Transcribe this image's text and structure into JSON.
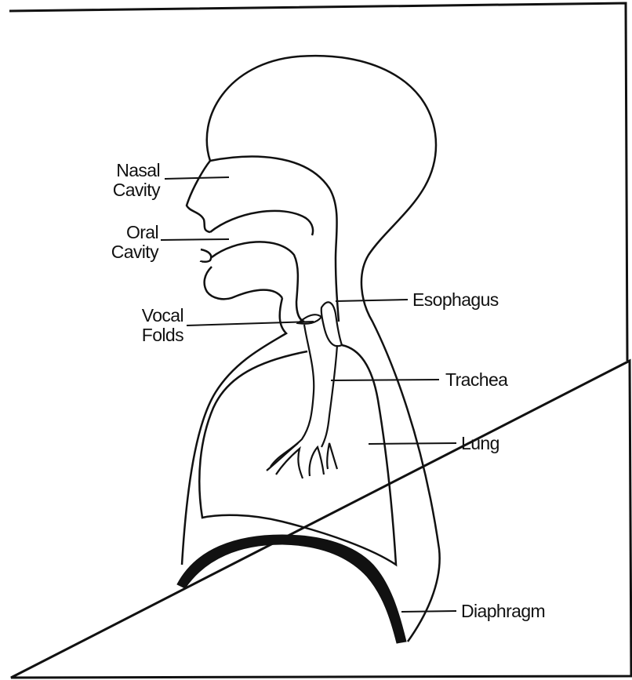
{
  "diagram": {
    "labels": {
      "nasal_cavity": [
        "Nasal",
        "Cavity"
      ],
      "oral_cavity": [
        "Oral",
        "Cavity"
      ],
      "vocal_folds": [
        "Vocal",
        "Folds"
      ],
      "esophagus": "Esophagus",
      "trachea": "Trachea",
      "lung": "Lung",
      "diaphragm": "Diaphragm"
    },
    "colors": {
      "ink": "#111111",
      "background": "#ffffff"
    }
  }
}
